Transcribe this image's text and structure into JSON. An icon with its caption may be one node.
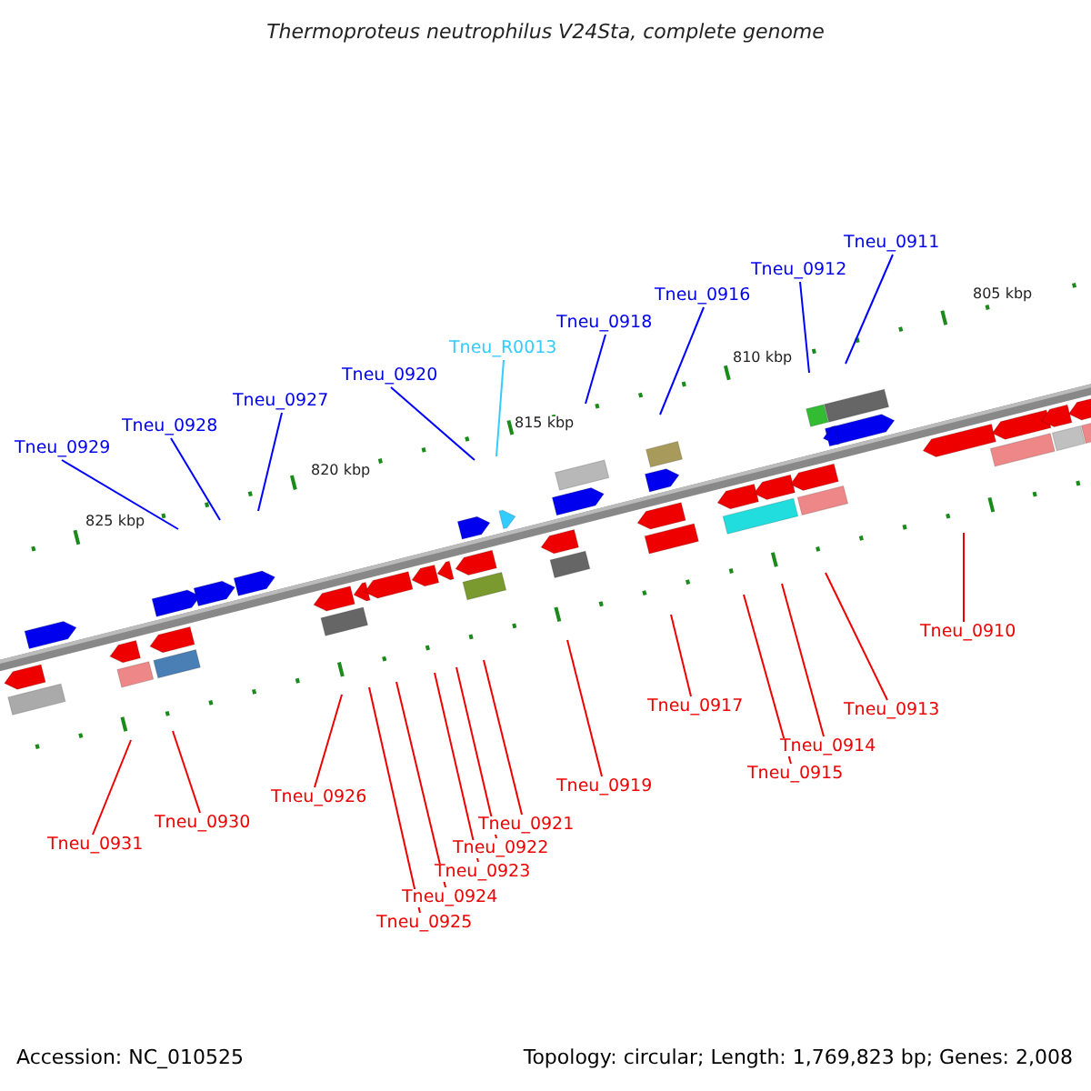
{
  "diagram": {
    "title": "Thermoproteus neutrophilus V24Sta, complete genome",
    "nodes": [
      {
        "text": [
          "Tneu_0929"
        ]
      },
      {
        "text": [
          "Tneu_0928"
        ]
      },
      {
        "text": [
          "Tneu_0927"
        ]
      },
      {
        "text": [
          "Tneu_0920"
        ]
      },
      {
        "text": [
          "Tneu_R0013"
        ]
      },
      {
        "text": [
          "Tneu_0918"
        ]
      },
      {
        "text": [
          "Tneu_0916"
        ]
      },
      {
        "text": [
          "Tneu_0912"
        ]
      },
      {
        "text": [
          "Tneu_0911"
        ]
      },
      {
        "text": [
          "Tneu_0931"
        ]
      },
      {
        "text": [
          "Tneu_0930"
        ]
      },
      {
        "text": [
          "Tneu_0926"
        ]
      },
      {
        "text": [
          "Tneu_0925"
        ]
      },
      {
        "text": [
          "Tneu_0924"
        ]
      },
      {
        "text": [
          "Tneu_0923"
        ]
      },
      {
        "text": [
          "Tneu_0922"
        ]
      },
      {
        "text": [
          "Tneu_0921"
        ]
      },
      {
        "text": [
          "Tneu_0919"
        ]
      },
      {
        "text": [
          "Tneu_0917"
        ]
      },
      {
        "text": [
          "Tneu_0915"
        ]
      },
      {
        "text": [
          "Tneu_0914"
        ]
      },
      {
        "text": [
          "Tneu_0913"
        ]
      },
      {
        "text": [
          "Tneu_0910"
        ]
      }
    ],
    "edges": [
      {
        "from": 0,
        "to": null,
        "arrow": "none",
        "color": "#0000ff"
      },
      {
        "from": 1,
        "to": null,
        "arrow": "none",
        "color": "#0000ff"
      },
      {
        "from": 2,
        "to": null,
        "arrow": "none",
        "color": "#0000ff"
      },
      {
        "from": 3,
        "to": null,
        "arrow": "none",
        "color": "#0000ff"
      },
      {
        "from": 4,
        "to": null,
        "arrow": "none",
        "color": "#33ccff"
      },
      {
        "from": 5,
        "to": null,
        "arrow": "none",
        "color": "#0000ff"
      },
      {
        "from": 6,
        "to": null,
        "arrow": "none",
        "color": "#0000ff"
      },
      {
        "from": 7,
        "to": null,
        "arrow": "none",
        "color": "#0000ff"
      },
      {
        "from": 8,
        "to": null,
        "arrow": "none",
        "color": "#0000ff"
      },
      {
        "from": 9,
        "to": null,
        "arrow": "none"
      },
      {
        "from": 10,
        "to": null,
        "arrow": "none"
      },
      {
        "from": 11,
        "to": null,
        "arrow": "none"
      },
      {
        "from": 12,
        "to": null,
        "arrow": "none"
      },
      {
        "from": 13,
        "to": null,
        "arrow": "none"
      },
      {
        "from": 14,
        "to": null,
        "arrow": "none"
      },
      {
        "from": 15,
        "to": null,
        "arrow": "none"
      },
      {
        "from": 16,
        "to": null,
        "arrow": "none"
      },
      {
        "from": 17,
        "to": null,
        "arrow": "none"
      },
      {
        "from": 18,
        "to": null,
        "arrow": "none"
      },
      {
        "from": 19,
        "to": null,
        "arrow": "none"
      },
      {
        "from": 20,
        "to": null,
        "arrow": "none"
      },
      {
        "from": 21,
        "to": null,
        "arrow": "none"
      },
      {
        "from": 22,
        "to": null,
        "arrow": "none"
      }
    ],
    "labels": [
      "805 kbp",
      "810 kbp",
      "815 kbp",
      "820 kbp",
      "825 kbp",
      "Accession: NC_010525",
      "Topology: circular; Length: 1,769,823 bp; Genes: 2,008"
    ]
  }
}
